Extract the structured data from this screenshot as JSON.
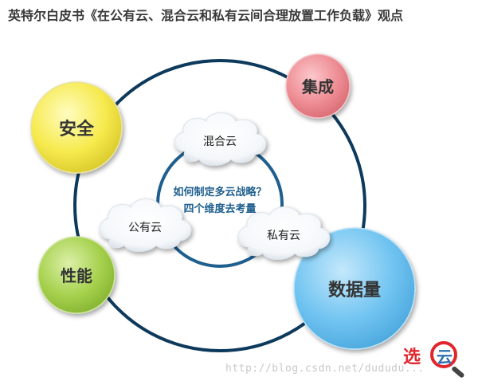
{
  "title": "英特尔白皮书《在公有云、混合云和私有云间合理放置工作负载》观点",
  "center": {
    "line1": "如何制定多云战略？",
    "line2": "四个维度去考量"
  },
  "clouds": {
    "hybrid": "混合云",
    "public": "公有云",
    "private": "私有云"
  },
  "dimensions": {
    "security": "安全",
    "integration": "集成",
    "performance": "性能",
    "data_volume": "数据量"
  },
  "colors": {
    "ring": "#0d3a5c",
    "security": "#f4e84a",
    "integration": "#ef8f96",
    "performance": "#a6d14e",
    "data_volume": "#6ec3f0",
    "center_text": "#1f5f8e"
  },
  "watermark": "http://blog.csdn.net/dududu...",
  "brand": {
    "char1": "选",
    "char2": "云"
  }
}
